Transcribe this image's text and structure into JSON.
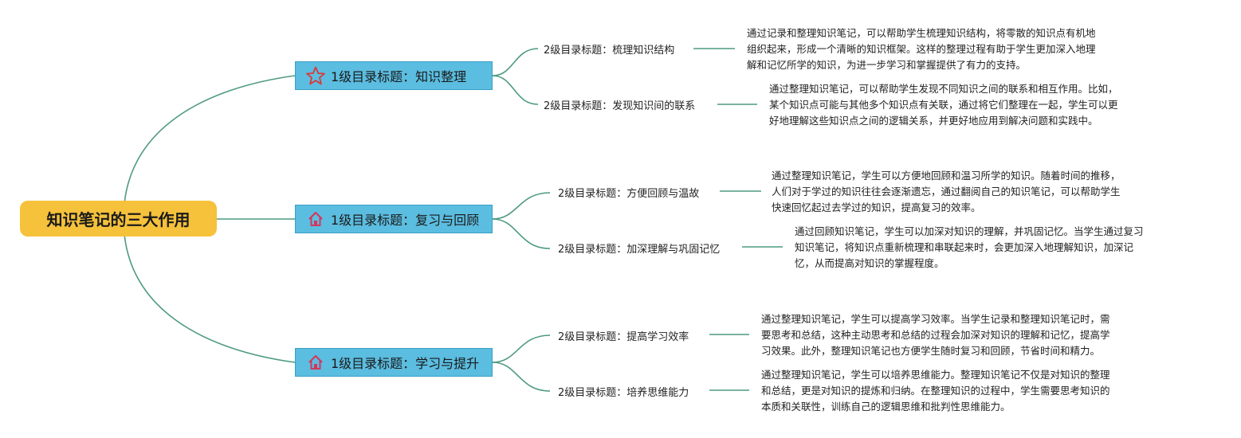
{
  "root": {
    "title": "知识笔记的三大作用"
  },
  "colors": {
    "root": "#f6c13b",
    "level1": "#5bbde0",
    "edge": "#4e9a80"
  },
  "branches": [
    {
      "title": "1级目录标题：知识整理",
      "icon": "star-icon",
      "children": [
        {
          "title": "2级目录标题：梳理知识结构",
          "lines": [
            "通过记录和整理知识笔记，可以帮助学生梳理知识结构，将零散的知识点有机地",
            "组织起来，形成一个清晰的知识框架。这样的整理过程有助于学生更加深入地理",
            "解和记忆所学的知识，为进一步学习和掌握提供了有力的支持。"
          ]
        },
        {
          "title": "2级目录标题：发现知识间的联系",
          "lines": [
            "通过整理知识笔记，可以帮助学生发现不同知识之间的联系和相互作用。比如，",
            "某个知识点可能与其他多个知识点有关联，通过将它们整理在一起，学生可以更",
            "好地理解这些知识点之间的逻辑关系，并更好地应用到解决问题和实践中。"
          ]
        }
      ]
    },
    {
      "title": "1级目录标题：复习与回顾",
      "icon": "home-icon",
      "children": [
        {
          "title": "2级目录标题：方便回顾与温故",
          "lines": [
            "通过整理知识笔记，学生可以方便地回顾和温习所学的知识。随着时间的推移，",
            "人们对于学过的知识往往会逐渐遗忘，通过翻阅自己的知识笔记，可以帮助学生",
            "快速回忆起过去学过的知识，提高复习的效率。"
          ]
        },
        {
          "title": "2级目录标题：加深理解与巩固记忆",
          "lines": [
            "通过回顾知识笔记，学生可以加深对知识的理解，并巩固记忆。当学生通过复习",
            "知识笔记，将知识点重新梳理和串联起来时，会更加深入地理解知识，加深记",
            "忆，从而提高对知识的掌握程度。"
          ]
        }
      ]
    },
    {
      "title": "1级目录标题：学习与提升",
      "icon": "home-icon",
      "children": [
        {
          "title": "2级目录标题：提高学习效率",
          "lines": [
            "通过整理知识笔记，学生可以提高学习效率。当学生记录和整理知识笔记时，需",
            "要思考和总结，这种主动思考和总结的过程会加深对知识的理解和记忆，提高学",
            "习效果。此外，整理知识笔记也方便学生随时复习和回顾，节省时间和精力。"
          ]
        },
        {
          "title": "2级目录标题：培养思维能力",
          "lines": [
            "通过整理知识笔记，学生可以培养思维能力。整理知识笔记不仅是对知识的整理",
            "和总结，更是对知识的提炼和归纳。在整理知识的过程中，学生需要思考知识的",
            "本质和关联性，训练自己的逻辑思维和批判性思维能力。"
          ]
        }
      ]
    }
  ]
}
